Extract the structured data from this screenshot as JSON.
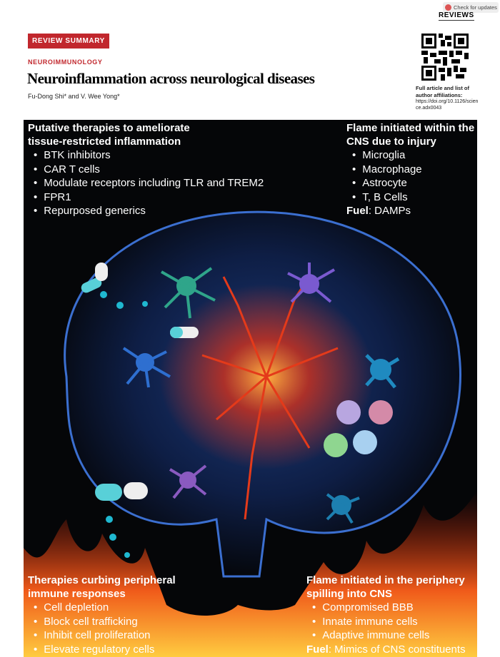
{
  "header": {
    "check_updates": "Check for updates",
    "journal_section": "REVIEWS",
    "badge": "REVIEW SUMMARY",
    "category": "NEUROIMMUNOLOGY",
    "title": "Neuroinflammation across neurological diseases",
    "authors": "Fu-Dong Shi* and V. Wee Yong*"
  },
  "sidebar": {
    "info_heading": "Full article and list of author affiliations:",
    "doi": "https://doi.org/10.1126/science.adx0043"
  },
  "figure": {
    "top_left": {
      "heading": "Putative therapies to ameliorate tissue-restricted inflammation",
      "items": [
        "BTK inhibitors",
        "CAR T cells",
        "Modulate receptors including TLR and TREM2",
        "FPR1",
        "Repurposed generics"
      ]
    },
    "top_right": {
      "heading": "Flame initiated within the CNS due to injury",
      "items": [
        "Microglia",
        "Macrophage",
        "Astrocyte",
        "T, B Cells"
      ],
      "fuel_label": "Fuel",
      "fuel_value": ": DAMPs"
    },
    "bottom_left": {
      "heading": "Therapies curbing peripheral immune responses",
      "items": [
        "Cell depletion",
        "Block cell trafficking",
        "Inhibit cell proliferation",
        "Elevate regulatory cells"
      ]
    },
    "bottom_right": {
      "heading": "Flame initiated in the periphery spilling into CNS",
      "items": [
        "Compromised BBB",
        "Innate immune cells",
        "Adaptive immune cells"
      ],
      "fuel_label": "Fuel",
      "fuel_value": ": Mimics of CNS constituents"
    }
  }
}
